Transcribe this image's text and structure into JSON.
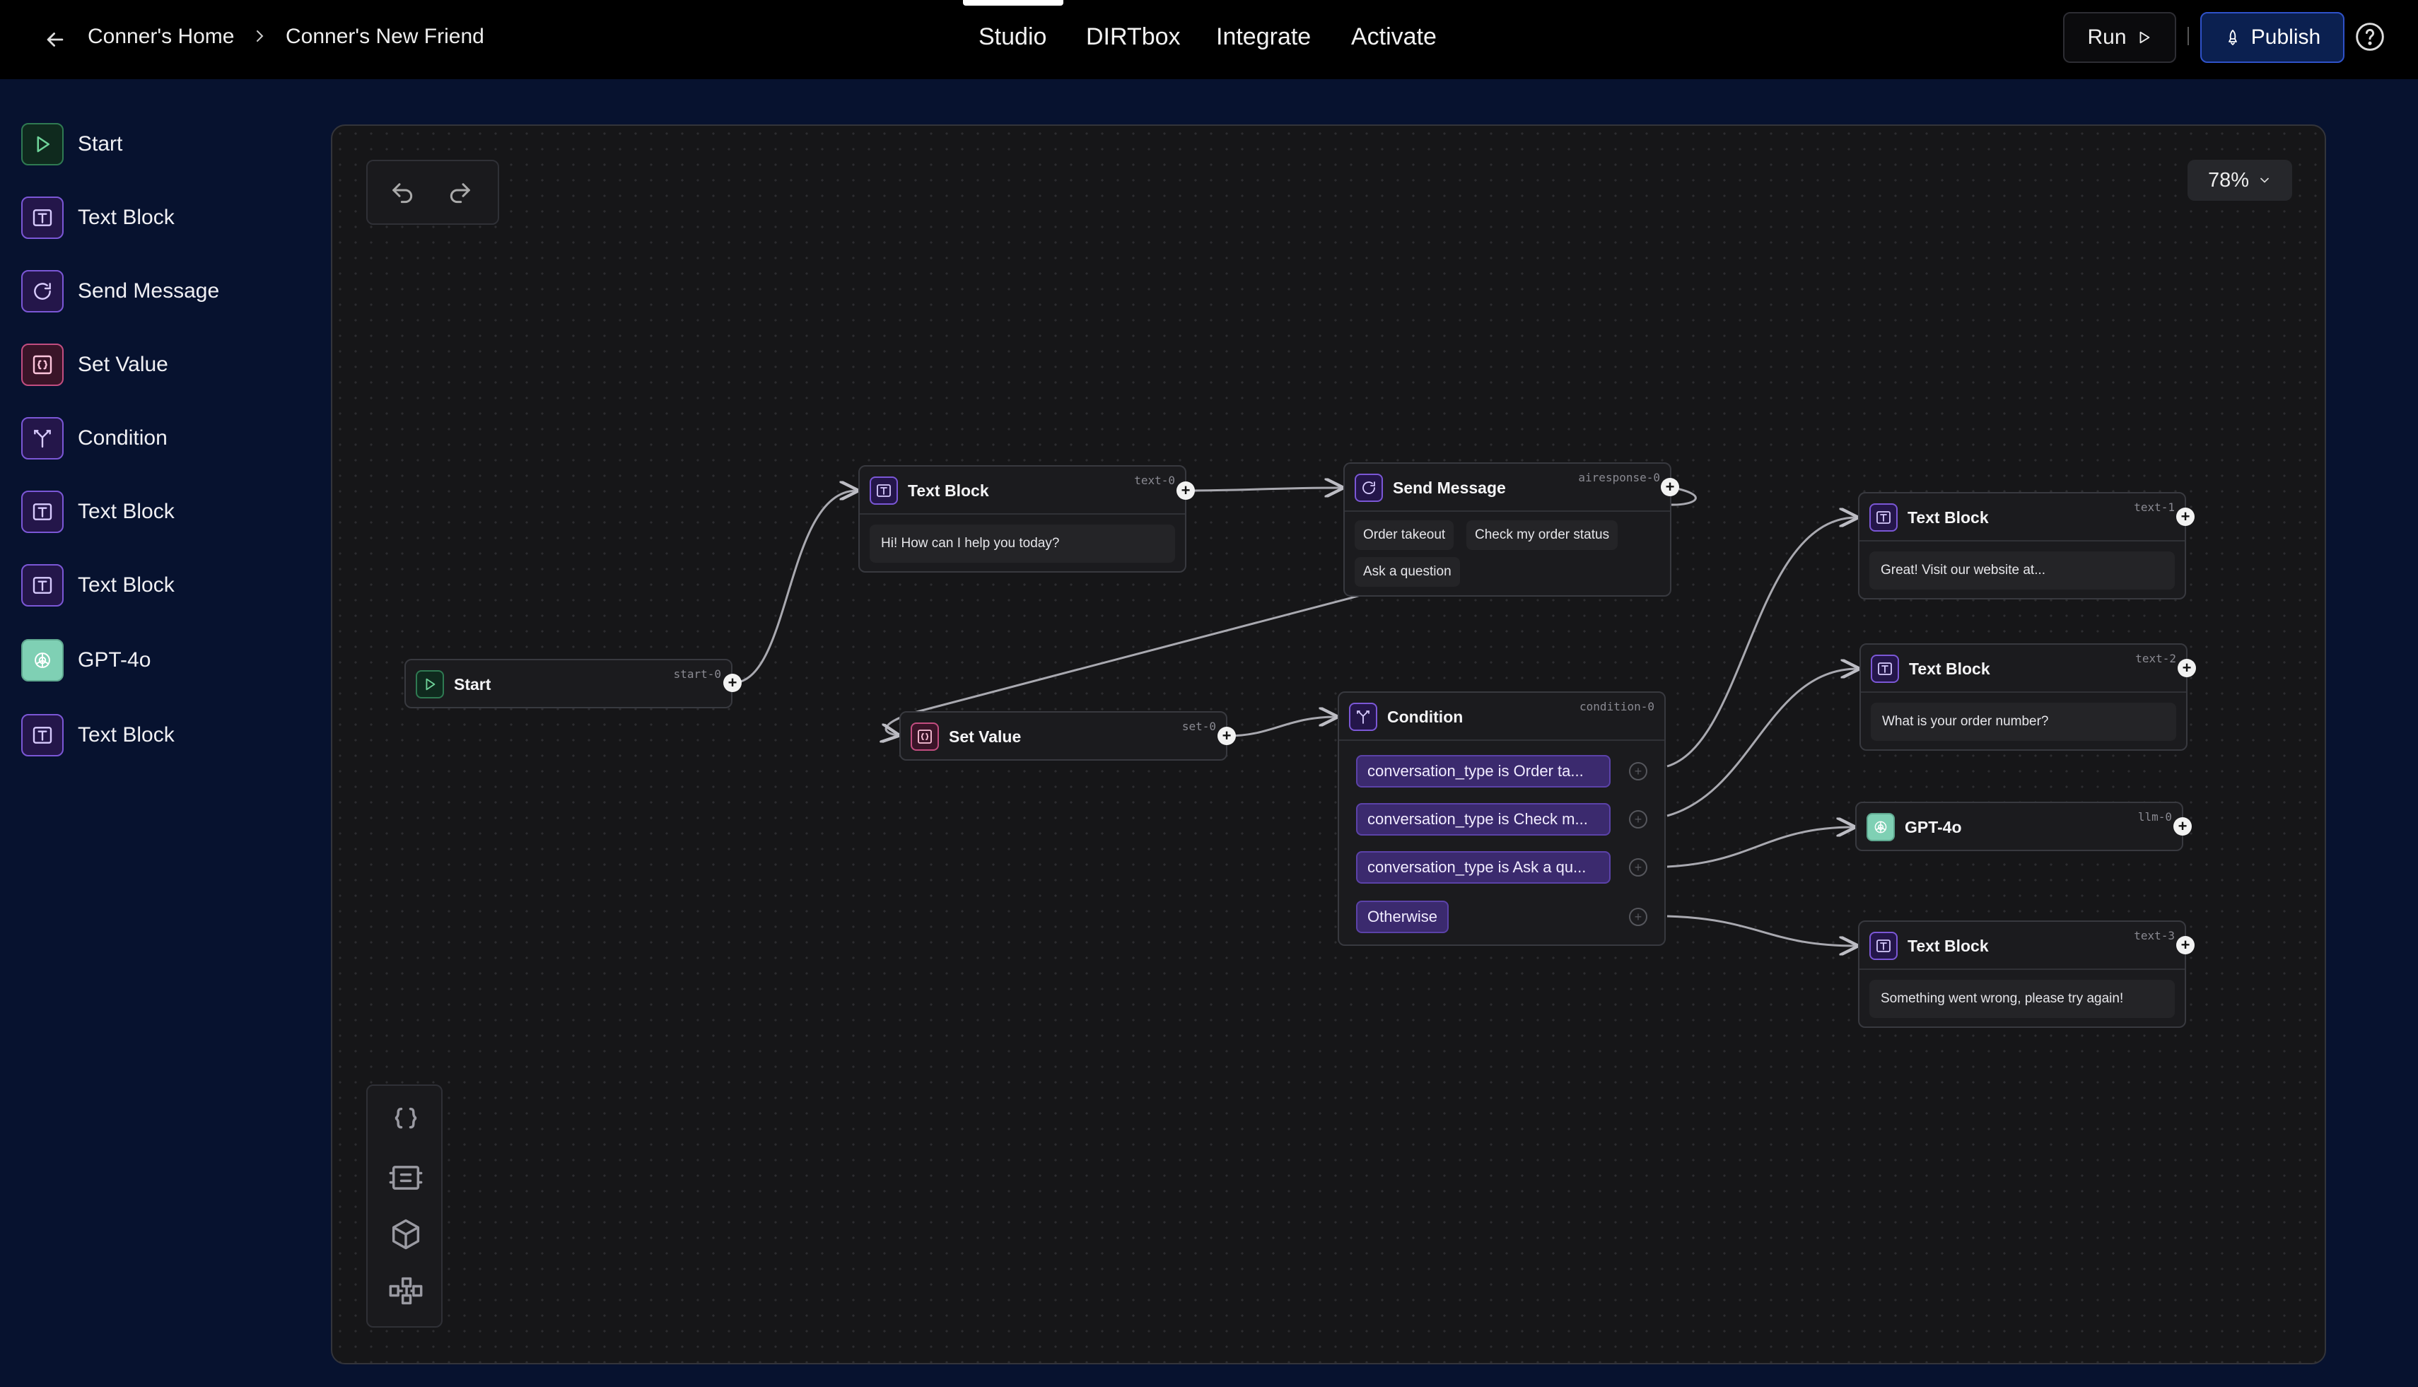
{
  "header": {
    "breadcrumb": [
      "Conner's Home",
      "Conner's New Friend"
    ],
    "tabs": [
      "Studio",
      "DIRTbox",
      "Integrate",
      "Activate"
    ],
    "active_tab": "Studio",
    "run_label": "Run",
    "publish_label": "Publish"
  },
  "sidebar": {
    "items": [
      {
        "label": "Start",
        "icon": "play-icon"
      },
      {
        "label": "Text Block",
        "icon": "text-block-icon"
      },
      {
        "label": "Send Message",
        "icon": "send-message-icon"
      },
      {
        "label": "Set Value",
        "icon": "braces-icon"
      },
      {
        "label": "Condition",
        "icon": "branch-icon"
      },
      {
        "label": "Text Block",
        "icon": "text-block-icon"
      },
      {
        "label": "Text Block",
        "icon": "text-block-icon"
      },
      {
        "label": "GPT-4o",
        "icon": "openai-icon"
      },
      {
        "label": "Text Block",
        "icon": "text-block-icon"
      }
    ]
  },
  "canvas": {
    "zoom": "78%",
    "nodes": {
      "start": {
        "title": "Start",
        "id": "start-0"
      },
      "text0": {
        "title": "Text Block",
        "id": "text-0",
        "text": "Hi! How can I help you today?"
      },
      "send": {
        "title": "Send Message",
        "id": "airesponse-0",
        "options": [
          "Order takeout",
          "Check my order status",
          "Ask a question"
        ]
      },
      "setvalue": {
        "title": "Set Value",
        "id": "set-0"
      },
      "condition": {
        "title": "Condition",
        "id": "condition-0",
        "branches": [
          "conversation_type is Order ta...",
          "conversation_type is Check m...",
          "conversation_type is Ask a qu...",
          "Otherwise"
        ]
      },
      "text1": {
        "title": "Text Block",
        "id": "text-1",
        "text": "Great! Visit our website at..."
      },
      "text2": {
        "title": "Text Block",
        "id": "text-2",
        "text": "What is your order number?"
      },
      "llm": {
        "title": "GPT-4o",
        "id": "llm-0"
      },
      "text3": {
        "title": "Text Block",
        "id": "text-3",
        "text": "Something went wrong, please try again!"
      }
    }
  },
  "colors": {
    "background": "#07122f",
    "canvas": "#161618",
    "accent_publish": "#2f52c9",
    "start": "#3f8f5f",
    "text_block": "#7b57d6",
    "set_value": "#c24d80",
    "condition_chip": "#3b2a6e",
    "gpt": "#7fd0b4"
  }
}
